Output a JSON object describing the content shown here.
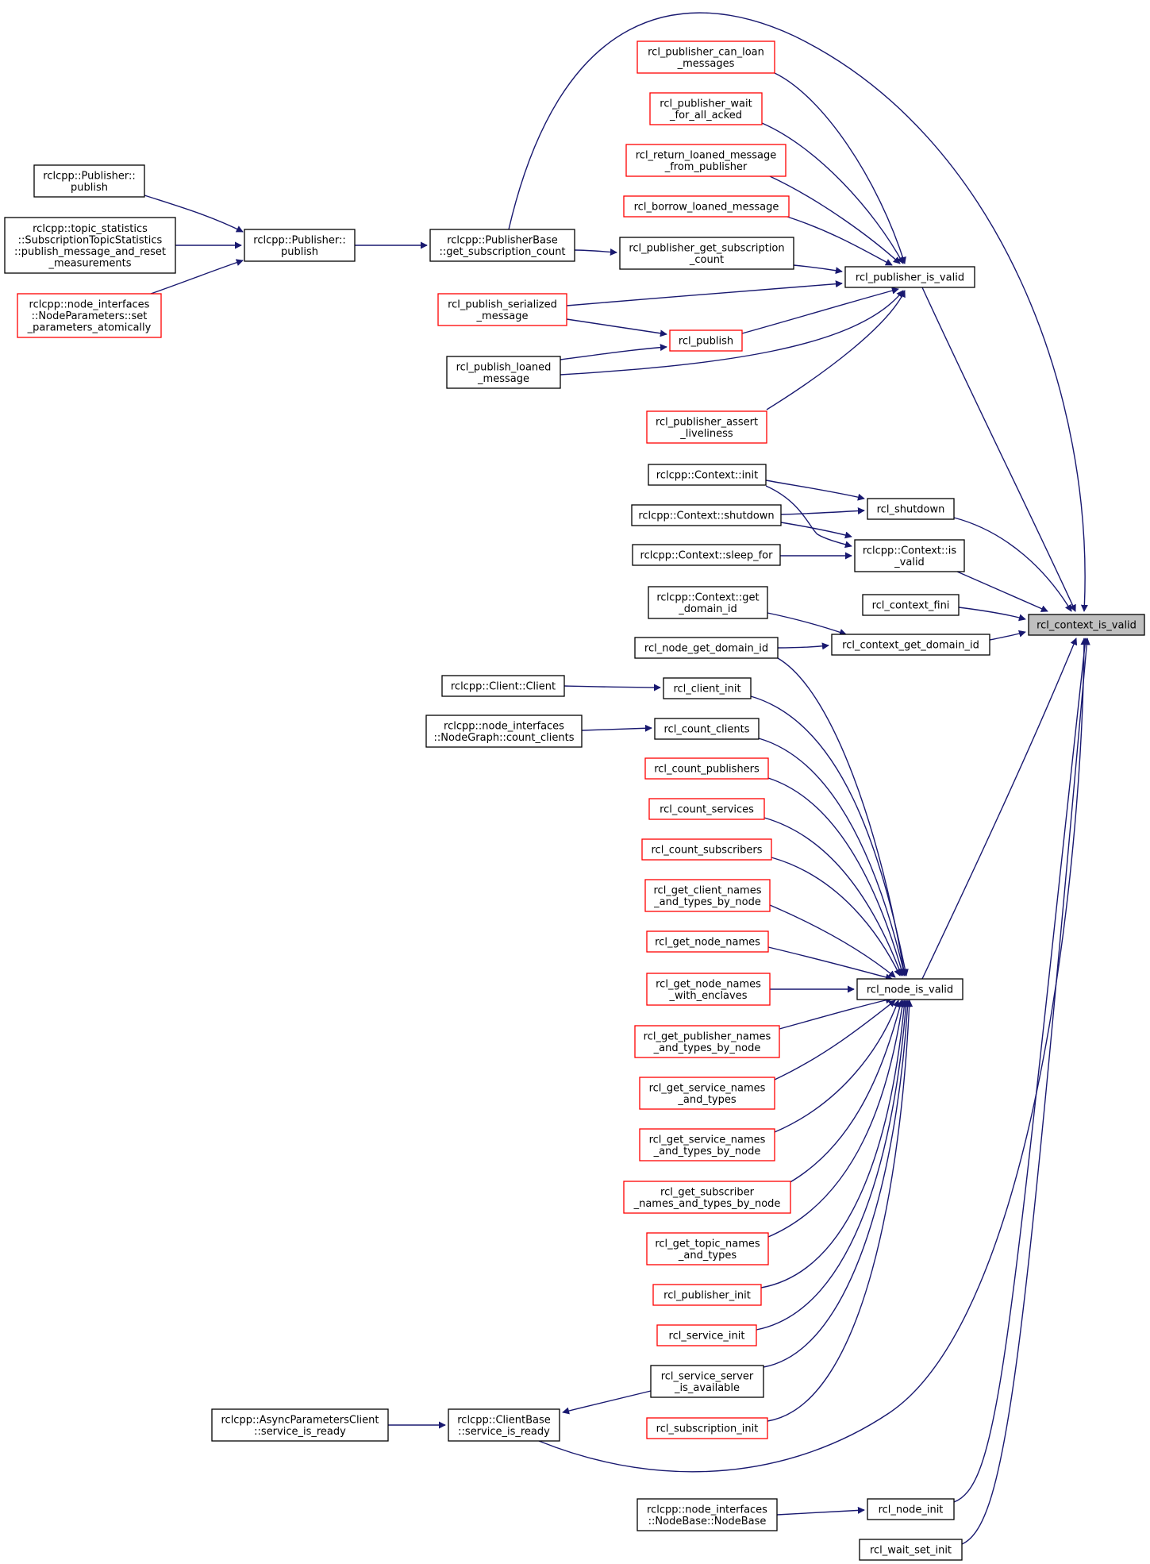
{
  "colors": {
    "edge": "#191970",
    "border_documented": "#000000",
    "border_undocumented": "#ff0000",
    "root_fill": "#bfbfbf",
    "node_fill": "#ffffff"
  },
  "nodes": [
    {
      "id": "root",
      "lines": [
        "rcl_context_is_valid"
      ],
      "style": "root"
    },
    {
      "id": "pub_valid",
      "lines": [
        "rcl_publisher_is_valid"
      ],
      "style": "black"
    },
    {
      "id": "can_loan",
      "lines": [
        "rcl_publisher_can_loan",
        "_messages"
      ],
      "style": "red"
    },
    {
      "id": "wait_acked",
      "lines": [
        "rcl_publisher_wait",
        "_for_all_acked"
      ],
      "style": "red"
    },
    {
      "id": "return_loaned",
      "lines": [
        "rcl_return_loaned_message",
        "_from_publisher"
      ],
      "style": "red"
    },
    {
      "id": "borrow_loaned",
      "lines": [
        "rcl_borrow_loaned_message"
      ],
      "style": "red"
    },
    {
      "id": "get_sub_count",
      "lines": [
        "rcl_publisher_get_subscription",
        "_count"
      ],
      "style": "black"
    },
    {
      "id": "pubbase_count",
      "lines": [
        "rclcpp::PublisherBase",
        "::get_subscription_count"
      ],
      "style": "black"
    },
    {
      "id": "publisher_publish",
      "lines": [
        "rclcpp::Publisher::",
        "publish"
      ],
      "style": "black"
    },
    {
      "id": "publisher_publish2",
      "lines": [
        "rclcpp::Publisher::",
        "publish"
      ],
      "style": "black"
    },
    {
      "id": "topic_stats",
      "lines": [
        "rclcpp::topic_statistics",
        "::SubscriptionTopicStatistics",
        "::publish_message_and_reset",
        "_measurements"
      ],
      "style": "black"
    },
    {
      "id": "node_params",
      "lines": [
        "rclcpp::node_interfaces",
        "::NodeParameters::set",
        "_parameters_atomically"
      ],
      "style": "red"
    },
    {
      "id": "publish_serialized",
      "lines": [
        "rcl_publish_serialized",
        "_message"
      ],
      "style": "red"
    },
    {
      "id": "rcl_publish",
      "lines": [
        "rcl_publish"
      ],
      "style": "red"
    },
    {
      "id": "publish_loaned",
      "lines": [
        "rcl_publish_loaned",
        "_message"
      ],
      "style": "black"
    },
    {
      "id": "assert_liveliness",
      "lines": [
        "rcl_publisher_assert",
        "_liveliness"
      ],
      "style": "red"
    },
    {
      "id": "ctx_init",
      "lines": [
        "rclcpp::Context::init"
      ],
      "style": "black"
    },
    {
      "id": "rcl_shutdown",
      "lines": [
        "rcl_shutdown"
      ],
      "style": "black"
    },
    {
      "id": "ctx_shutdown",
      "lines": [
        "rclcpp::Context::shutdown"
      ],
      "style": "black"
    },
    {
      "id": "ctx_is_valid",
      "lines": [
        "rclcpp::Context::is",
        "_valid"
      ],
      "style": "black"
    },
    {
      "id": "ctx_sleep_for",
      "lines": [
        "rclcpp::Context::sleep_for"
      ],
      "style": "black"
    },
    {
      "id": "ctx_get_domain",
      "lines": [
        "rclcpp::Context::get",
        "_domain_id"
      ],
      "style": "black"
    },
    {
      "id": "ctx_fini",
      "lines": [
        "rcl_context_fini"
      ],
      "style": "black"
    },
    {
      "id": "ctx_get_domain_id",
      "lines": [
        "rcl_context_get_domain_id"
      ],
      "style": "black"
    },
    {
      "id": "node_get_domain",
      "lines": [
        "rcl_node_get_domain_id"
      ],
      "style": "black"
    },
    {
      "id": "client_client",
      "lines": [
        "rclcpp::Client::Client"
      ],
      "style": "black"
    },
    {
      "id": "client_init",
      "lines": [
        "rcl_client_init"
      ],
      "style": "black"
    },
    {
      "id": "nodegraph_count",
      "lines": [
        "rclcpp::node_interfaces",
        "::NodeGraph::count_clients"
      ],
      "style": "black"
    },
    {
      "id": "count_clients",
      "lines": [
        "rcl_count_clients"
      ],
      "style": "black"
    },
    {
      "id": "count_publishers",
      "lines": [
        "rcl_count_publishers"
      ],
      "style": "red"
    },
    {
      "id": "count_services",
      "lines": [
        "rcl_count_services"
      ],
      "style": "red"
    },
    {
      "id": "count_subscribers",
      "lines": [
        "rcl_count_subscribers"
      ],
      "style": "red"
    },
    {
      "id": "client_names",
      "lines": [
        "rcl_get_client_names",
        "_and_types_by_node"
      ],
      "style": "red"
    },
    {
      "id": "node_names",
      "lines": [
        "rcl_get_node_names"
      ],
      "style": "red"
    },
    {
      "id": "node_names_enclaves",
      "lines": [
        "rcl_get_node_names",
        "_with_enclaves"
      ],
      "style": "red"
    },
    {
      "id": "node_is_valid",
      "lines": [
        "rcl_node_is_valid"
      ],
      "style": "black"
    },
    {
      "id": "publisher_names",
      "lines": [
        "rcl_get_publisher_names",
        "_and_types_by_node"
      ],
      "style": "red"
    },
    {
      "id": "service_names",
      "lines": [
        "rcl_get_service_names",
        "_and_types"
      ],
      "style": "red"
    },
    {
      "id": "service_names_node",
      "lines": [
        "rcl_get_service_names",
        "_and_types_by_node"
      ],
      "style": "red"
    },
    {
      "id": "subscriber_names",
      "lines": [
        "rcl_get_subscriber",
        "_names_and_types_by_node"
      ],
      "style": "red"
    },
    {
      "id": "topic_names",
      "lines": [
        "rcl_get_topic_names",
        "_and_types"
      ],
      "style": "red"
    },
    {
      "id": "publisher_init",
      "lines": [
        "rcl_publisher_init"
      ],
      "style": "red"
    },
    {
      "id": "service_init",
      "lines": [
        "rcl_service_init"
      ],
      "style": "red"
    },
    {
      "id": "service_available",
      "lines": [
        "rcl_service_server",
        "_is_available"
      ],
      "style": "black"
    },
    {
      "id": "async_params",
      "lines": [
        "rclcpp::AsyncParametersClient",
        "::service_is_ready"
      ],
      "style": "black"
    },
    {
      "id": "clientbase_ready",
      "lines": [
        "rclcpp::ClientBase",
        "::service_is_ready"
      ],
      "style": "black"
    },
    {
      "id": "subscription_init",
      "lines": [
        "rcl_subscription_init"
      ],
      "style": "red"
    },
    {
      "id": "nodebase",
      "lines": [
        "rclcpp::node_interfaces",
        "::NodeBase::NodeBase"
      ],
      "style": "black"
    },
    {
      "id": "node_init",
      "lines": [
        "rcl_node_init"
      ],
      "style": "black"
    },
    {
      "id": "wait_set_init",
      "lines": [
        "rcl_wait_set_init"
      ],
      "style": "black"
    }
  ]
}
